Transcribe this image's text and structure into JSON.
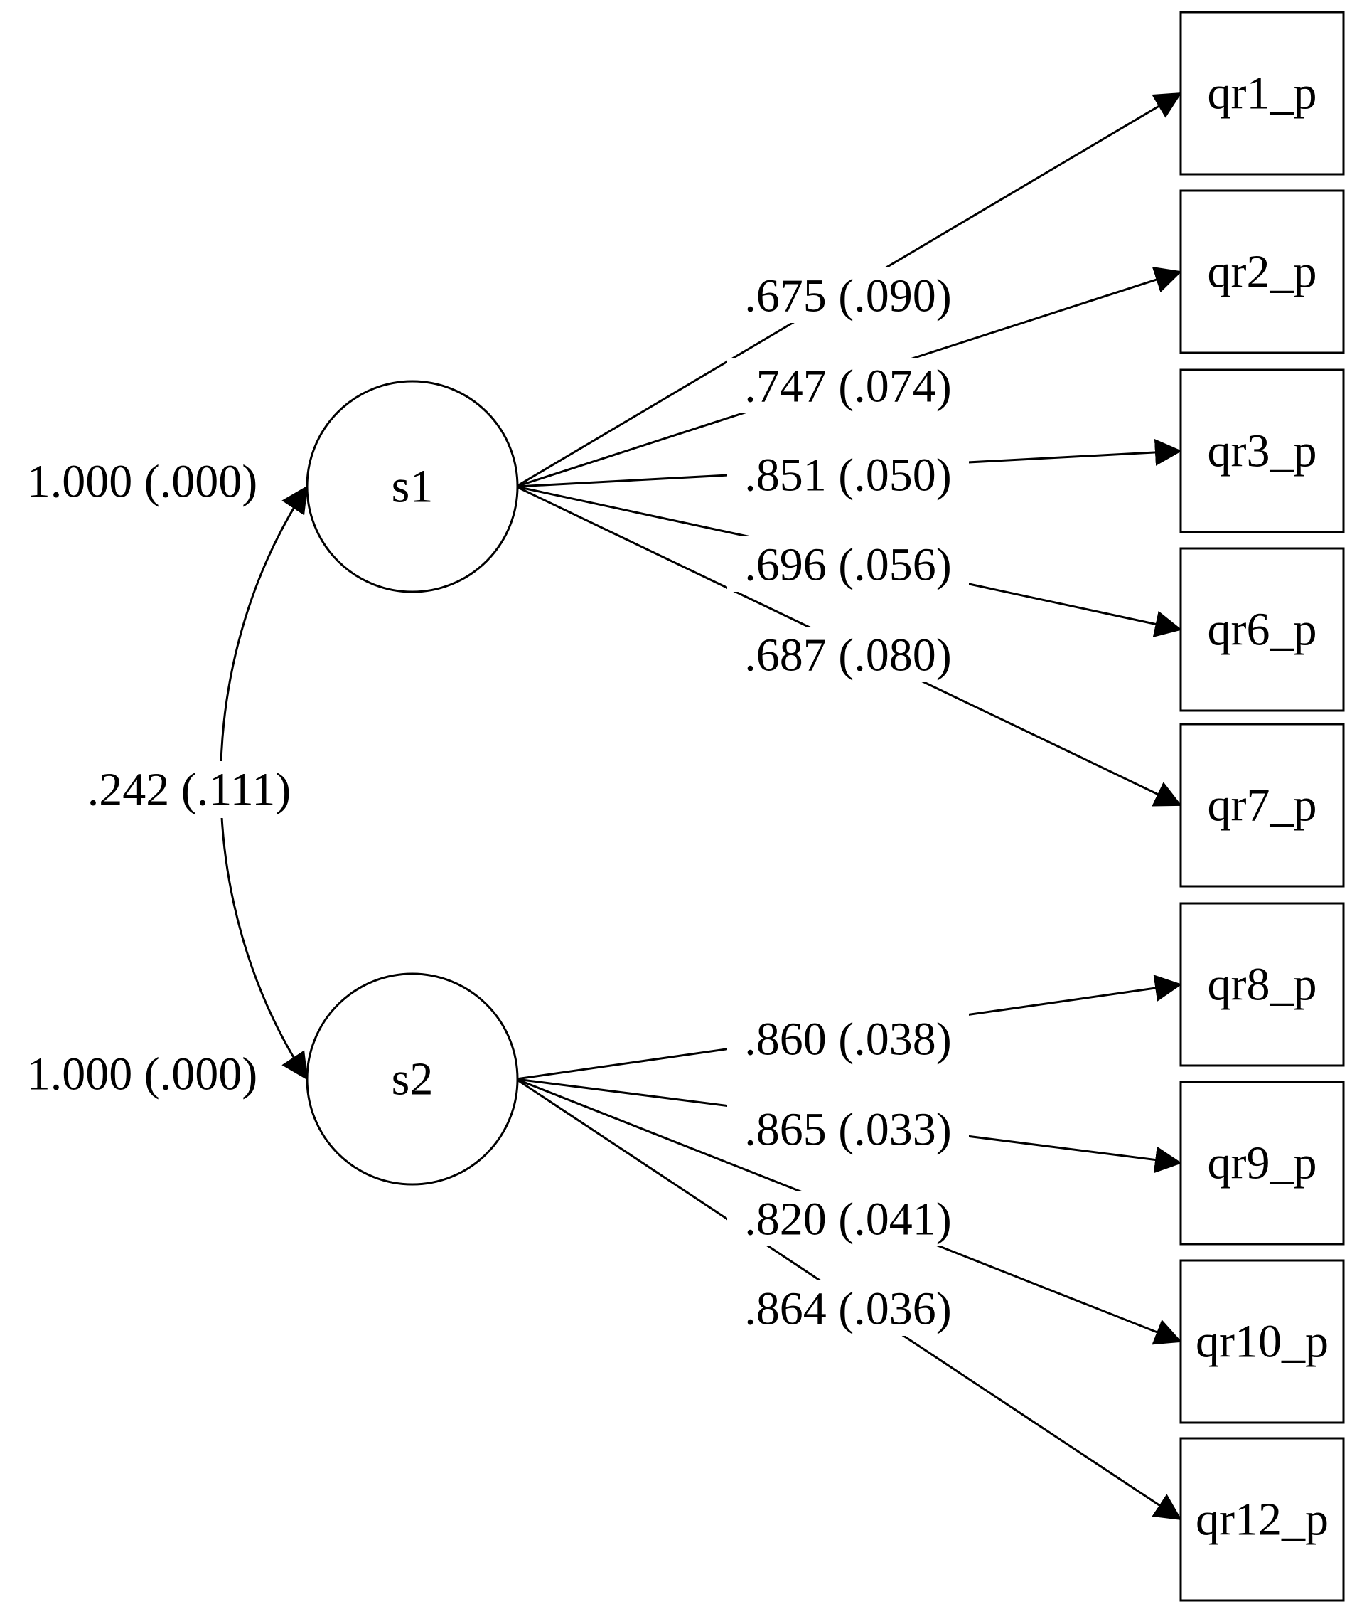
{
  "latents": [
    {
      "id": "s1",
      "label": "s1",
      "variance_label": "1.000 (.000)"
    },
    {
      "id": "s2",
      "label": "s2",
      "variance_label": "1.000 (.000)"
    }
  ],
  "covariance": {
    "from": "s1",
    "to": "s2",
    "label": ".242 (.111)"
  },
  "indicators": [
    {
      "id": "qr1_p",
      "label": "qr1_p",
      "factor": "s1",
      "loading": ".675 (.090)"
    },
    {
      "id": "qr2_p",
      "label": "qr2_p",
      "factor": "s1",
      "loading": ".747 (.074)"
    },
    {
      "id": "qr3_p",
      "label": "qr3_p",
      "factor": "s1",
      "loading": ".851 (.050)"
    },
    {
      "id": "qr6_p",
      "label": "qr6_p",
      "factor": "s1",
      "loading": ".696 (.056)"
    },
    {
      "id": "qr7_p",
      "label": "qr7_p",
      "factor": "s1",
      "loading": ".687 (.080)"
    },
    {
      "id": "qr8_p",
      "label": "qr8_p",
      "factor": "s2",
      "loading": ".860 (.038)"
    },
    {
      "id": "qr9_p",
      "label": "qr9_p",
      "factor": "s2",
      "loading": ".865 (.033)"
    },
    {
      "id": "qr10_p",
      "label": "qr10_p",
      "factor": "s2",
      "loading": ".820 (.041)"
    },
    {
      "id": "qr12_p",
      "label": "qr12_p",
      "factor": "s2",
      "loading": ".864 (.036)"
    }
  ]
}
